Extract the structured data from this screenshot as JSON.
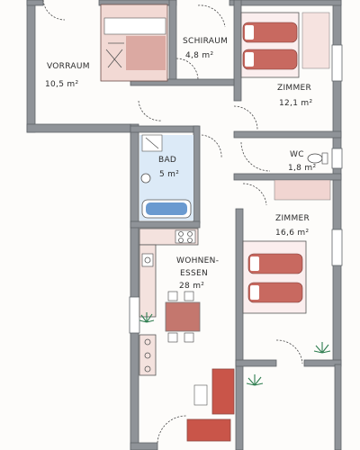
{
  "rooms": {
    "vorraum": {
      "name": "VORRAUM",
      "area": "10,5 m²"
    },
    "schiraum": {
      "name": "SCHIRAUM",
      "area": "4,8 m²"
    },
    "zimmer1": {
      "name": "ZIMMER",
      "area": "12,1 m²"
    },
    "bad": {
      "name": "BAD",
      "area": "5 m²"
    },
    "wc": {
      "name": "WC",
      "area": "1,8 m²"
    },
    "zimmer2": {
      "name": "ZIMMER",
      "area": "16,6 m²"
    },
    "wohnen": {
      "name_line1": "WOHNEN-",
      "name_line2": "ESSEN",
      "area": "28 m²"
    }
  },
  "colors": {
    "wall": "#8f9398",
    "bed_red": "#b8504a",
    "accent_red": "#c0392b",
    "tub_blue": "#6a9ad0",
    "plant_green": "#2e7d4f"
  }
}
